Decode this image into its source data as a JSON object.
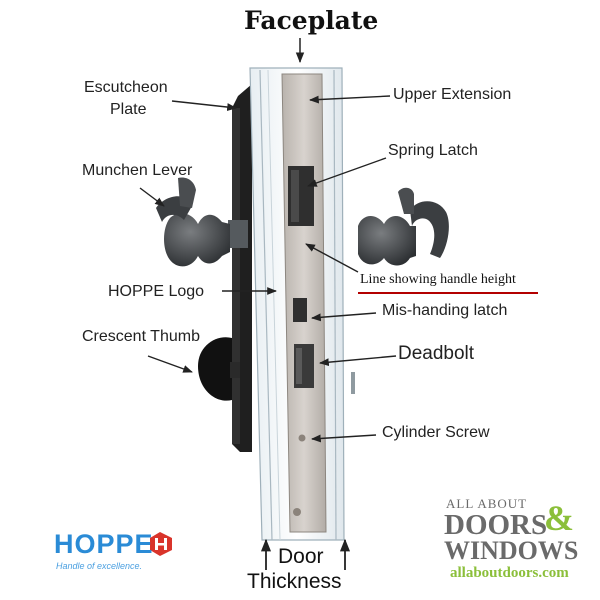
{
  "title": "Faceplate",
  "labels": {
    "escutcheon_line1": "Escutcheon",
    "escutcheon_line2": "Plate",
    "upper_extension": "Upper Extension",
    "spring_latch": "Spring Latch",
    "munchen_lever": "Munchen Lever",
    "handle_height": "Line showing handle height",
    "hoppe_logo": "HOPPE Logo",
    "mis_handing_latch": "Mis-handing latch",
    "crescent_thumb": "Crescent Thumb",
    "deadbolt": "Deadbolt",
    "cylinder_screw": "Cylinder Screw",
    "door": "Door",
    "thickness": "Thickness"
  },
  "logos": {
    "hoppe_name": "HOPPE",
    "hoppe_tagline": "Handle of excellence.",
    "store_line1": "ALL ABOUT",
    "store_doors": "DOORS",
    "store_amp": "&",
    "store_windows": "WINDOWS",
    "store_url": "allaboutdoors.com"
  },
  "colors": {
    "hoppe_blue": "#2a8bd6",
    "hoppe_red": "#d9342b",
    "handle_line_red": "#b30000",
    "brand_gray": "#6a6a6a",
    "brand_green": "#8bbf3a"
  }
}
